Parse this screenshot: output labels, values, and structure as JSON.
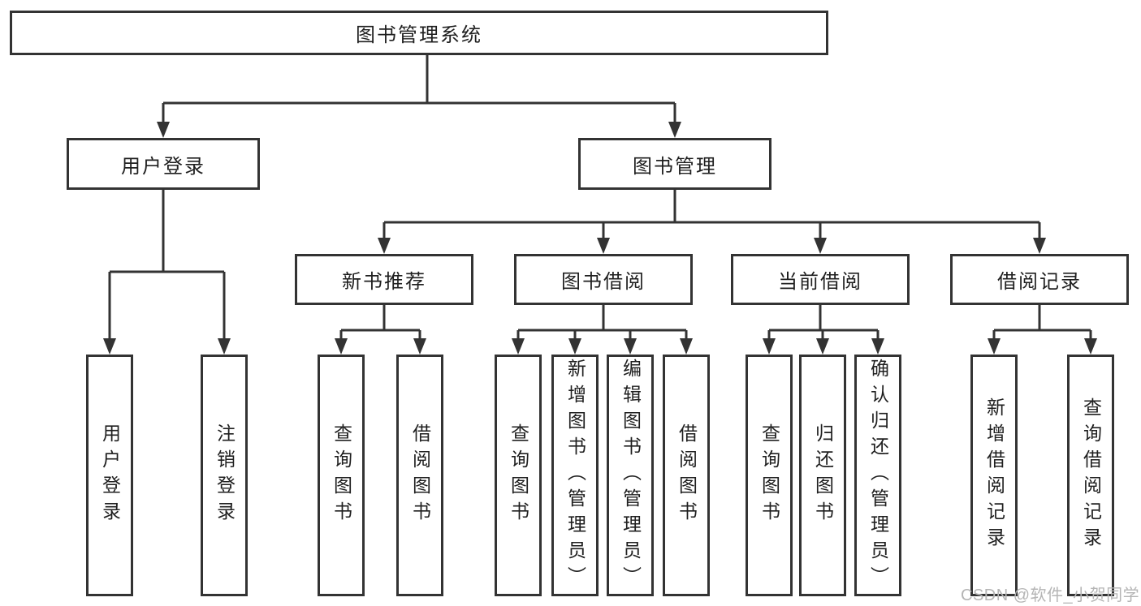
{
  "tree": {
    "label": "图书管理系统",
    "children": [
      {
        "label": "用户登录",
        "children": [
          {
            "label": "用户登录"
          },
          {
            "label": "注销登录"
          }
        ]
      },
      {
        "label": "图书管理",
        "children": [
          {
            "label": "新书推荐",
            "children": [
              {
                "label": "查询图书"
              },
              {
                "label": "借阅图书"
              }
            ]
          },
          {
            "label": "图书借阅",
            "children": [
              {
                "label": "查询图书"
              },
              {
                "label": "新增图书（管理员）"
              },
              {
                "label": "编辑图书（管理员）"
              },
              {
                "label": "借阅图书"
              }
            ]
          },
          {
            "label": "当前借阅",
            "children": [
              {
                "label": "查询图书"
              },
              {
                "label": "归还图书"
              },
              {
                "label": "确认归还（管理员）"
              }
            ]
          },
          {
            "label": "借阅记录",
            "children": [
              {
                "label": "新增借阅记录"
              },
              {
                "label": "查询借阅记录"
              }
            ]
          }
        ]
      }
    ]
  },
  "watermark": {
    "text": "CSDN @软件_小贺同学"
  },
  "colors": {
    "line": "#333333",
    "box_border": "#333333",
    "text": "#1f1f1f",
    "watermark": "#b5b5b5",
    "background": "#ffffff"
  }
}
